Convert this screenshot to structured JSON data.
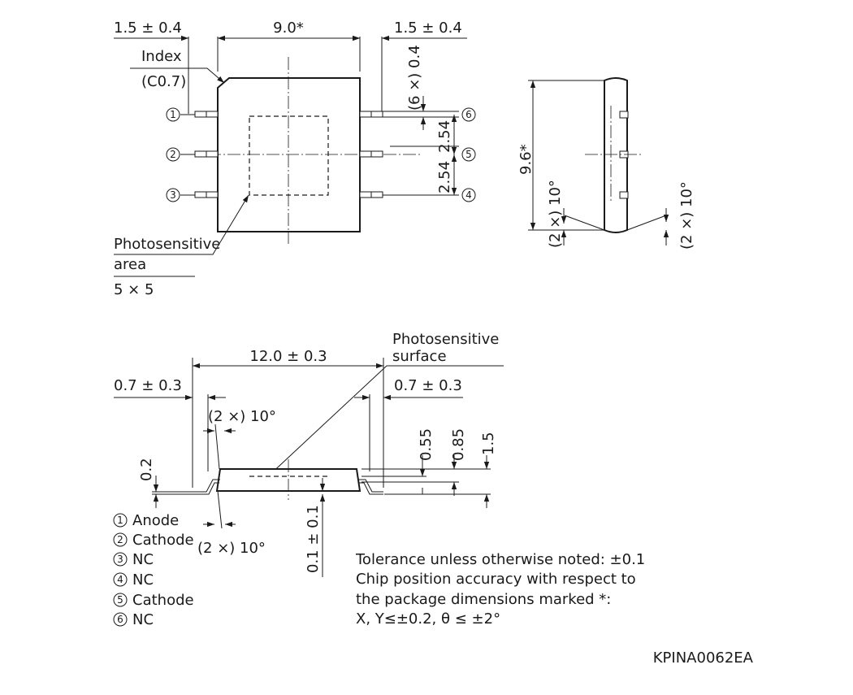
{
  "top_view": {
    "dim_left_margin": "1.5 ± 0.4",
    "dim_width": "9.0*",
    "dim_right_margin": "1.5 ± 0.4",
    "index_label": "Index",
    "index_chamfer": "(C0.7)",
    "pin_width": "(6 ×) 0.4",
    "pitch_upper": "2.54",
    "pitch_lower": "2.54",
    "photosensitive_label_1": "Photosensitive",
    "photosensitive_label_2": "area",
    "photosensitive_size": "5 × 5",
    "pin_numbers_left": [
      "1",
      "2",
      "3"
    ],
    "pin_numbers_right": [
      "6",
      "5",
      "4"
    ]
  },
  "side_view": {
    "dim_height": "9.6*",
    "angle_left": "(2 ×) 10°",
    "angle_right": "(2 ×) 10°"
  },
  "front_view": {
    "surface_label_1": "Photosensitive",
    "surface_label_2": "surface",
    "dim_length": "12.0 ± 0.3",
    "dim_left_lead": "0.7 ± 0.3",
    "dim_right_lead": "0.7 ± 0.3",
    "angle_top": "(2 ×) 10°",
    "angle_bottom": "(2 ×) 10°",
    "dim_lead_thickness": "0.2",
    "dim_standoff": "0.1 ± 0.1",
    "dim_0_55": "0.55",
    "dim_0_85": "0.85",
    "dim_1_5": "1.5"
  },
  "pin_legend": [
    {
      "num": "1",
      "name": "Anode"
    },
    {
      "num": "2",
      "name": "Cathode"
    },
    {
      "num": "3",
      "name": "NC"
    },
    {
      "num": "4",
      "name": "NC"
    },
    {
      "num": "5",
      "name": "Cathode"
    },
    {
      "num": "6",
      "name": "NC"
    }
  ],
  "notes": {
    "line1": "Tolerance unless otherwise noted: ±0.1",
    "line2": "Chip position accuracy with respect to",
    "line3": "the package dimensions marked *:",
    "line4": "X, Y≤±0.2, θ ≤ ±2°"
  },
  "drawing_code": "KPINA0062EA"
}
